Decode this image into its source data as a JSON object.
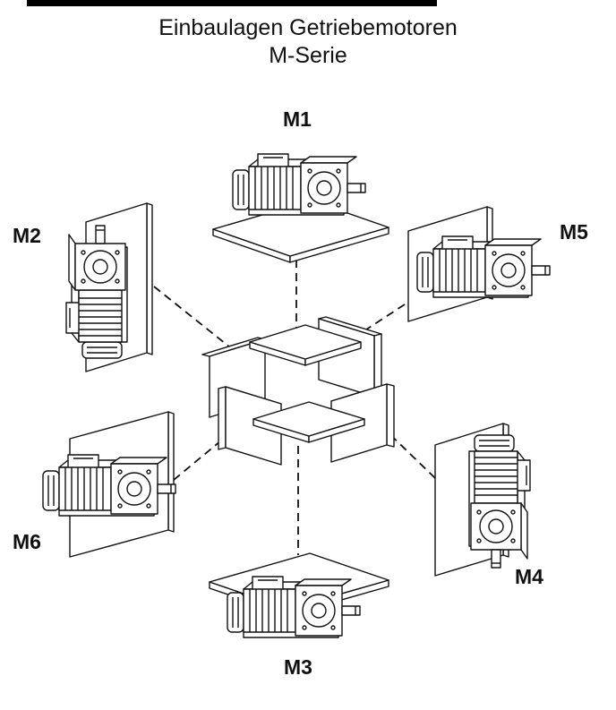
{
  "title": {
    "line1": "Einbaulagen Getriebemotoren",
    "line2": "M-Serie"
  },
  "labels": {
    "m1": "M1",
    "m2": "M2",
    "m3": "M3",
    "m4": "M4",
    "m5": "M5",
    "m6": "M6"
  },
  "colors": {
    "ink": "#111111",
    "background": "#ffffff"
  }
}
